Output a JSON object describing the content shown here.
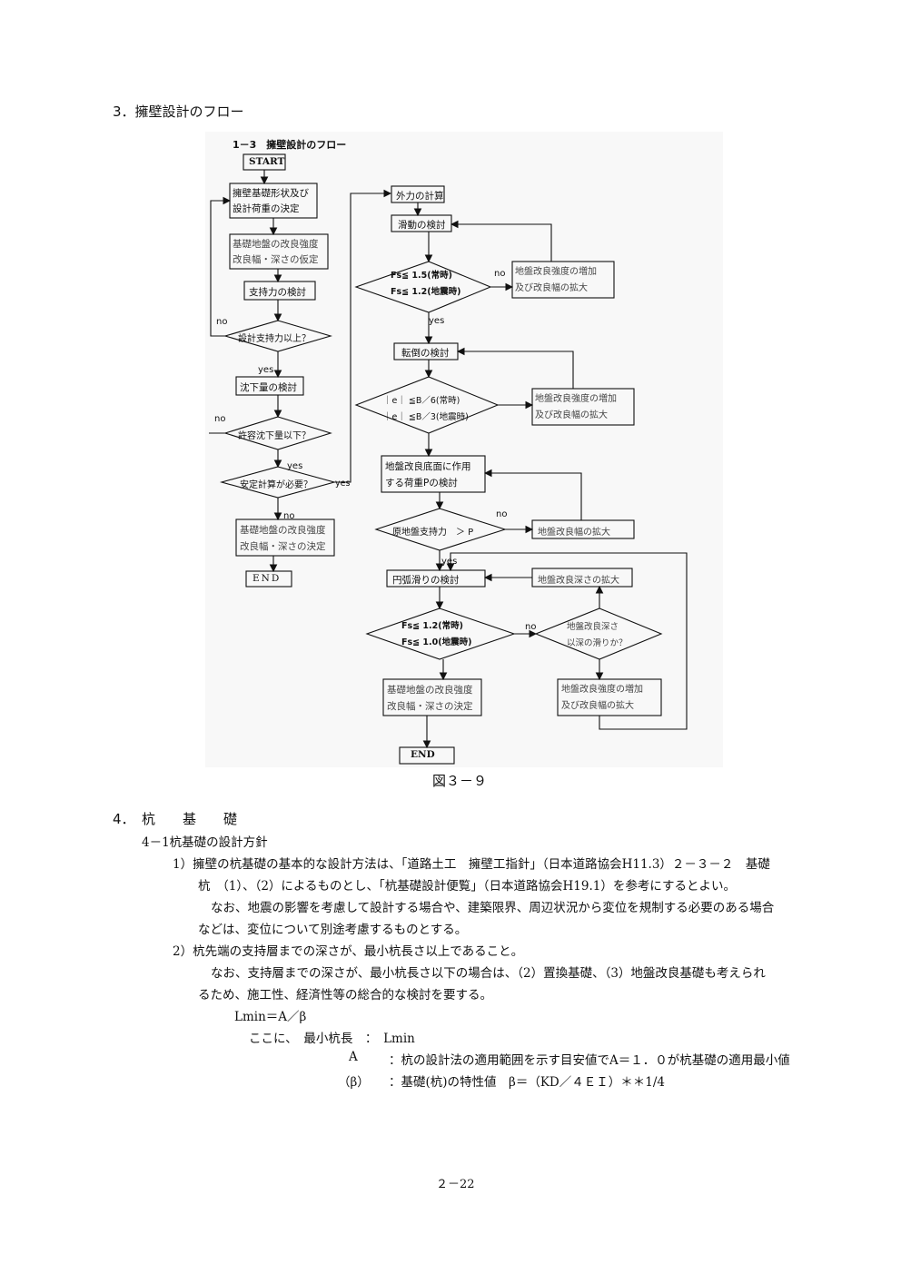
{
  "section3_title": "3．擁壁設計のフロー",
  "figure": {
    "inner_title": "1－3　擁壁設計のフロー",
    "left": {
      "start": "START",
      "box1": [
        "擁壁基礎形状及び",
        "設計荷重の決定"
      ],
      "box2": [
        "基礎地盤の改良強度",
        "改良幅・深さの仮定"
      ],
      "box3": "支持力の検討",
      "dia1": "設計支持力以上？",
      "no1": "no",
      "yes1": "yes",
      "box4": "沈下量の検討",
      "dia2": "許容沈下量以下？",
      "no2": "no",
      "yes2": "yes",
      "dia3": "安定計算が必要？",
      "yes3": "yes",
      "no3": "no",
      "box5": [
        "基礎地盤の改良強度",
        "改良幅・深さの決定"
      ],
      "end": "END"
    },
    "right": {
      "r1": "外力の計算",
      "r2": "滑動の検討",
      "d1": [
        "Fs≦ 1.5(常時)",
        "Fs≦ 1.2(地震時)"
      ],
      "d1_no": "no",
      "d1_yes": "yes",
      "s1": [
        "地盤改良強度の増加",
        "及び改良幅の拡大"
      ],
      "r3": "転倒の検討",
      "d2": [
        "｜e｜ ≦B／6(常時)",
        "｜e｜ ≦B／3(地震時)"
      ],
      "s2": [
        "地盤改良強度の増加",
        "及び改良幅の拡大"
      ],
      "r4": [
        "地盤改良底面に作用",
        "する荷重Pの検討"
      ],
      "d3": "原地盤支持力　＞ P",
      "d3_no": "no",
      "d3_yes": "yes",
      "s3": "地盤改良幅の拡大",
      "r5": "円弧滑りの検討",
      "s4": "地盤改良深さの拡大",
      "d4": [
        "Fs≦ 1.2(常時)",
        "Fs≦ 1.0(地震時)"
      ],
      "d4_no": "no",
      "d5": [
        "地盤改良深さ",
        "以深の滑りか？"
      ],
      "s5": [
        "地盤改良強度の増加",
        "及び改良幅の拡大"
      ],
      "r6": [
        "基礎地盤の改良強度",
        "改良幅・深さの決定"
      ],
      "end": "END"
    }
  },
  "figure_caption": "図３－９",
  "section4_title": "4．　杭　　基　　礎",
  "subsection": "4－1杭基礎の設計方針",
  "p1_line1": "1）擁壁の杭基礎の基本的な設計方法は、「道路土工　擁壁工指針」（日本道路協会H11.3）２－３－２　基礎",
  "p1_line2": "杭　（1）、（2）によるものとし、「杭基礎設計便覧」（日本道路協会H19.1）を参考にするとよい。",
  "p1_line3": "なお、地震の影響を考慮して設計する場合や、建築限界、周辺状況から変位を規制する必要のある場合",
  "p1_line4": "などは、変位について別途考慮するものとする。",
  "p2_line1": "2）杭先端の支持層までの深さが、最小杭長さ以上であること。",
  "p2_line2": "なお、支持層までの深さが、最小杭長さ以下の場合は、（2）置換基礎、（3）地盤改良基礎も考えられ",
  "p2_line3": "るため、施工性、経済性等の総合的な検討を要する。",
  "formula": "Lmin＝A／β",
  "def_intro": "ここに、　最小杭長　：　Lmin",
  "def_a_sym": "A",
  "def_a_text": "：杭の設計法の適用範囲を示す目安値でA＝１．０が杭基礎の適用最小値",
  "def_b_sym": "（β）",
  "def_b_text": "：基礎(杭)の特性値　β＝（KD／４ＥＩ）＊＊1/4",
  "page_number": "２－22"
}
